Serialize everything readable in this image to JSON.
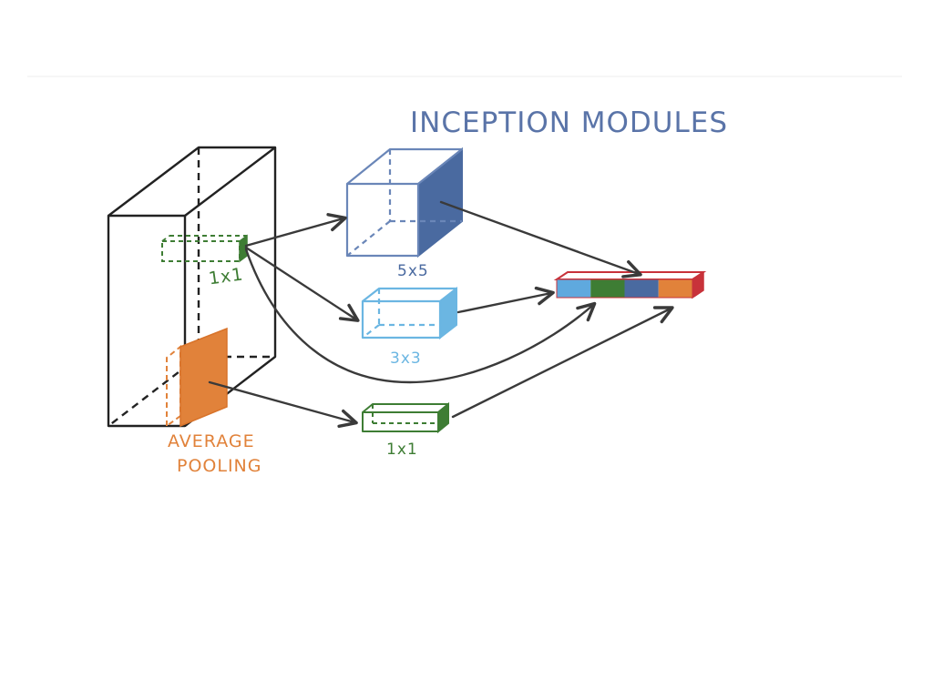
{
  "title": "INCEPTION MODULES",
  "labels": {
    "input_slice": "1x1",
    "pooling_line1": "AVERAGE",
    "pooling_line2": "POOLING",
    "box_5x5": "5x5",
    "box_3x3": "3x3",
    "box_1x1": "1x1"
  },
  "colors": {
    "title": "#5a74a8",
    "dark_blue": "#4a6aa0",
    "light_blue": "#6bb6e2",
    "green": "#3e7d34",
    "orange": "#e1823a",
    "red": "#c8323a",
    "ink": "#222222",
    "arrow": "#3a3a3a"
  },
  "output_segments": [
    {
      "name": "light-blue-segment",
      "color": "#5fa9de"
    },
    {
      "name": "green-segment",
      "color": "#3e7d34"
    },
    {
      "name": "dark-blue-segment",
      "color": "#4a6aa0"
    },
    {
      "name": "orange-segment",
      "color": "#e1823a"
    }
  ]
}
